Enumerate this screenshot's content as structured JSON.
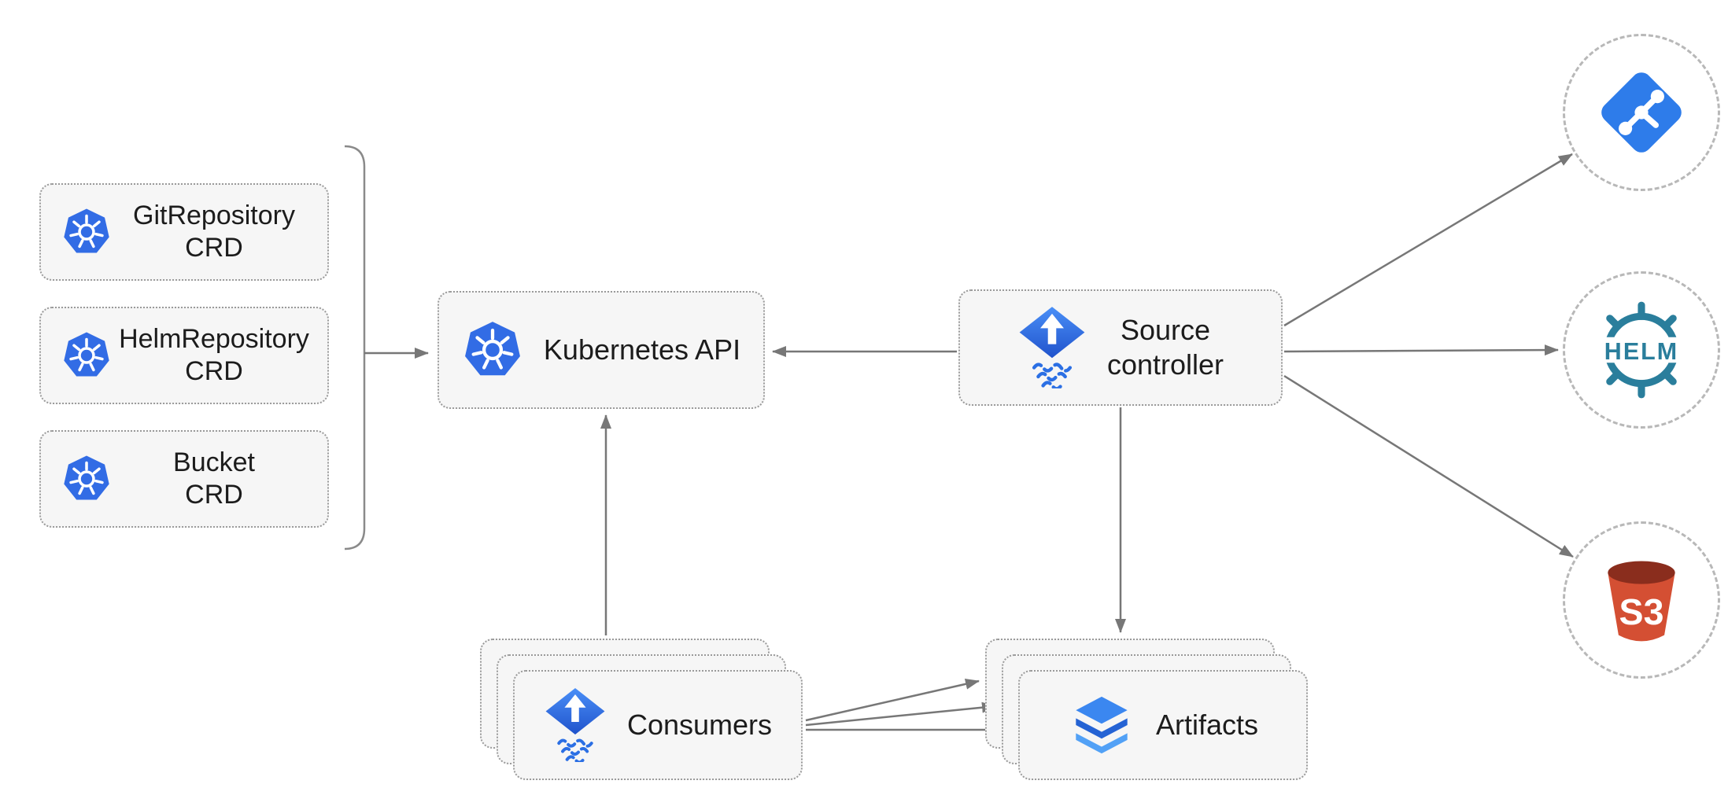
{
  "diagram": {
    "crd_boxes": [
      {
        "line1": "GitRepository",
        "line2": "CRD"
      },
      {
        "line1": "HelmRepository",
        "line2": "CRD"
      },
      {
        "line1": "Bucket",
        "line2": "CRD"
      }
    ],
    "kubernetes_api": {
      "label": "Kubernetes API"
    },
    "source_controller": {
      "line1": "Source",
      "line2": "controller"
    },
    "consumers": {
      "label": "Consumers"
    },
    "artifacts": {
      "label": "Artifacts"
    },
    "external_sources": {
      "git": {
        "icon": "git-icon"
      },
      "helm": {
        "label": "HELM"
      },
      "s3": {
        "label": "S3"
      }
    },
    "colors": {
      "kubernetes_blue": "#326CE5",
      "flux_blue": "#2B6FE4",
      "git_blue": "#2E7CEA",
      "helm_teal": "#2A7E9C",
      "s3_red": "#D44F33",
      "s3_dark_red": "#8A2D1D",
      "arrow_gray": "#777777",
      "box_fill": "#F6F6F6",
      "box_border": "#9A9A9A"
    }
  }
}
